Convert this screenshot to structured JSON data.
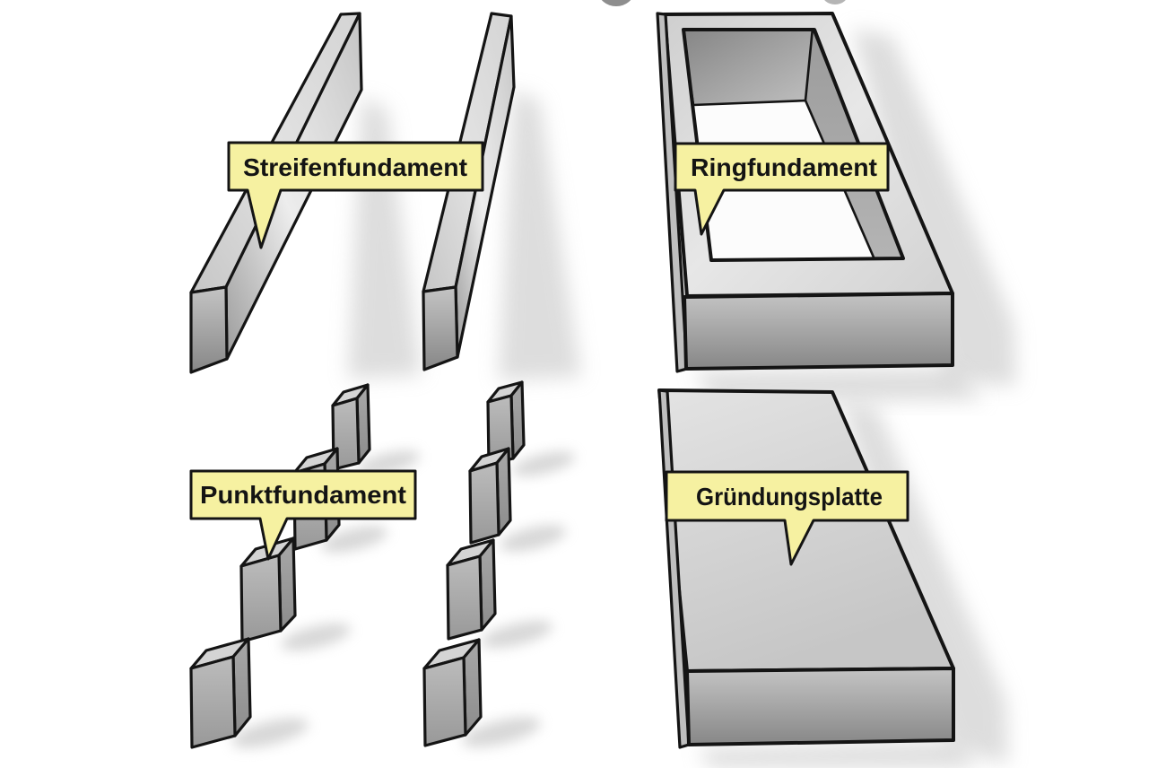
{
  "page": {
    "background": "#ffffff"
  },
  "figures": {
    "strip": {
      "label": "Streifenfundament"
    },
    "ring": {
      "label": "Ringfundament"
    },
    "point": {
      "label": "Punktfundament"
    },
    "slab": {
      "label": "Gründungsplatte"
    }
  },
  "colors": {
    "label_fill": "#f6f1a1",
    "label_border": "#141414",
    "label_text": "#141414",
    "outline": "#141414",
    "concrete_light": "#e9e9e9",
    "concrete_mid": "#bdbdbd",
    "concrete_dark": "#8a8a8a",
    "floor_white": "#fcfcfc",
    "shadow": "#c2c2c2",
    "cropped_circle_left": "#8e8e8e",
    "cropped_circle_right": "#b5b5b5"
  }
}
